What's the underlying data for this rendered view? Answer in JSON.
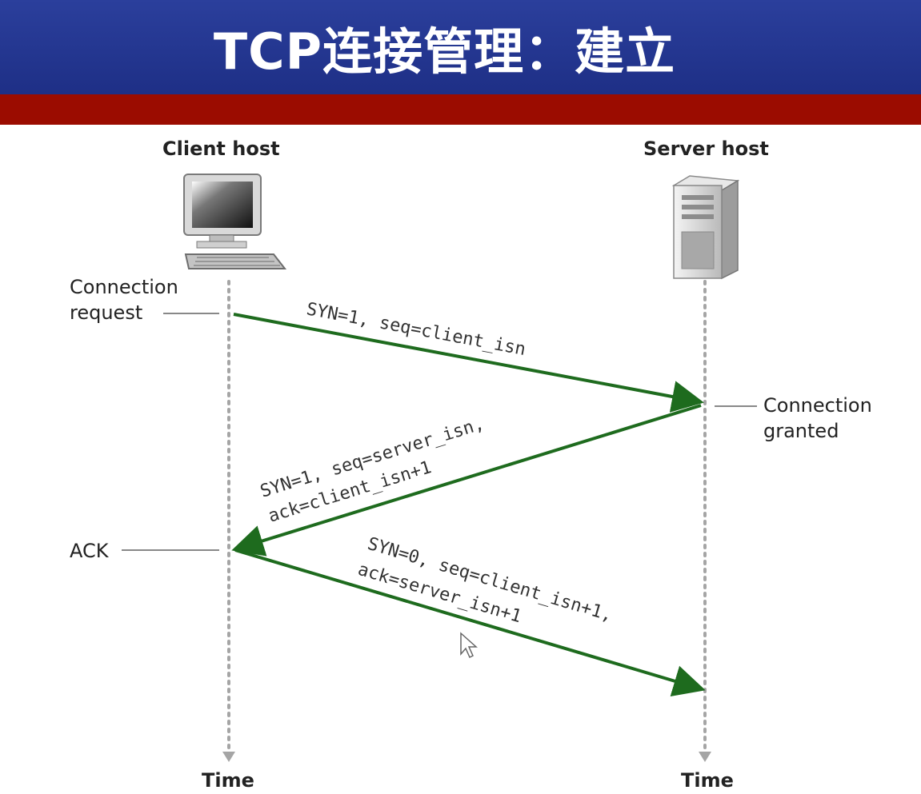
{
  "title": "TCP连接管理：建立",
  "colors": {
    "title_bar": "#2136a0",
    "red_band": "#9b0c00",
    "arrow": "#1e6b1e",
    "timeline": "#a0a0a0"
  },
  "client": {
    "label": "Client host",
    "icon": "desktop-computer-icon"
  },
  "server": {
    "label": "Server host",
    "icon": "tower-server-icon"
  },
  "annotations": {
    "connection_request_1": "Connection",
    "connection_request_2": "request",
    "connection_granted_1": "Connection",
    "connection_granted_2": "granted",
    "ack": "ACK"
  },
  "messages": {
    "syn": "SYN=1, seq=client_isn",
    "synack_1": "SYN=1, seq=server_isn,",
    "synack_2": "ack=client_isn+1",
    "ack_1": "SYN=0, seq=client_isn+1,",
    "ack_2": "ack=server_isn+1"
  },
  "time_labels": {
    "client": "Time",
    "server": "Time"
  }
}
